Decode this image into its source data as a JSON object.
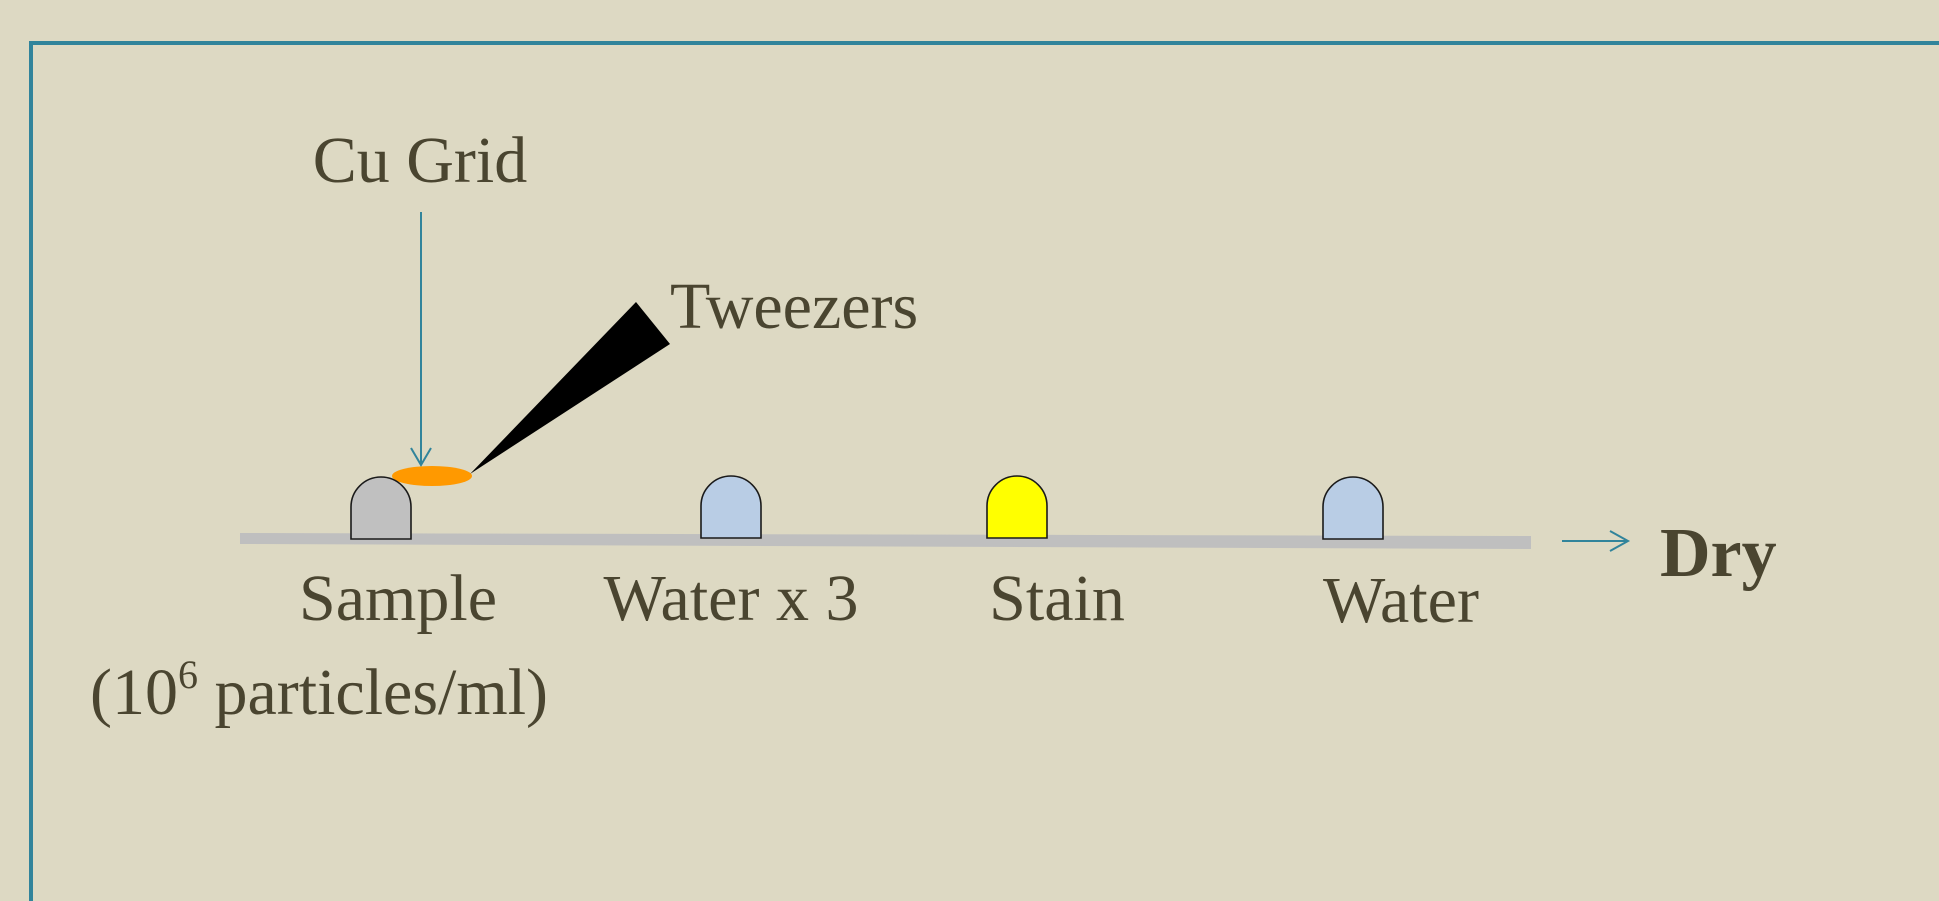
{
  "labels": {
    "cu_grid": "Cu Grid",
    "tweezers": "Tweezers",
    "dry": "Dry"
  },
  "steps": [
    {
      "label": "Sample",
      "color": "#c0c0c0"
    },
    {
      "label": "Water x 3",
      "color": "#b9cde5"
    },
    {
      "label": "Stain",
      "color": "#ffff00"
    },
    {
      "label": "Water",
      "color": "#b9cde5"
    }
  ],
  "concentration": {
    "open": "(10",
    "exponent": "6",
    "rest": " particles/ml)"
  },
  "colors": {
    "background": "#ddd9c3",
    "frame": "#31849b",
    "text": "#4a4530",
    "bench": "#bfbfbf",
    "grid": "#ff9900",
    "tweezers": "#000000",
    "arrow": "#31849b"
  }
}
